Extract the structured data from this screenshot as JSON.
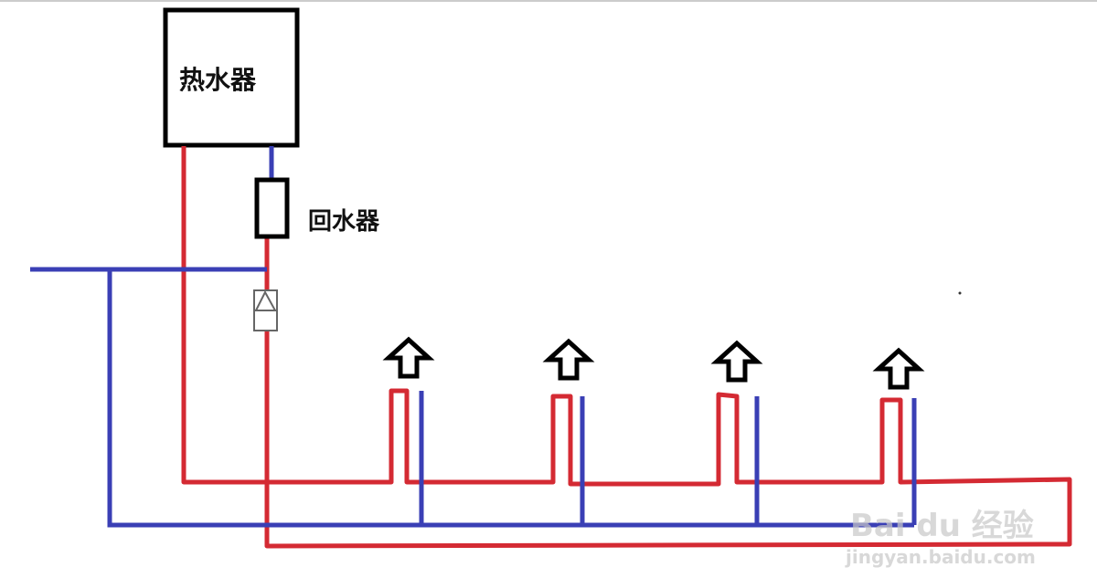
{
  "labels": {
    "water_heater": "热水器",
    "return_device": "回水器"
  },
  "fixtures_count": 4,
  "colors": {
    "hot_pipe": "#d42a33",
    "cold_pipe": "#3a3fb5",
    "outline": "#000000"
  },
  "watermark": {
    "brand": "Bai du 经验",
    "url": "jingyan.baidu.com"
  }
}
